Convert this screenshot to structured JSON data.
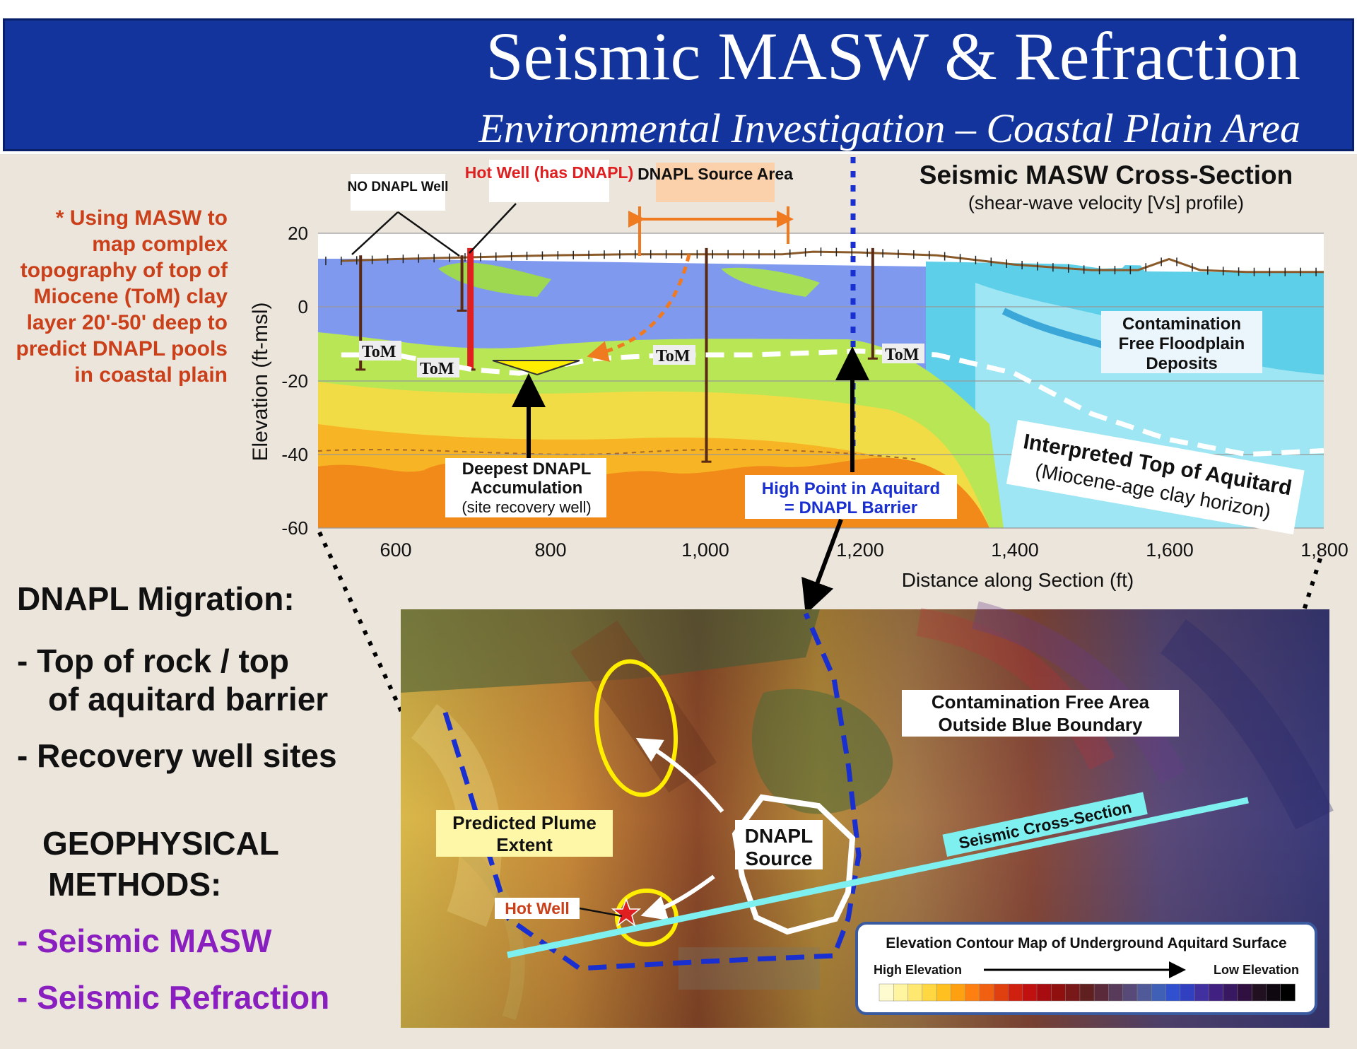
{
  "header": {
    "title": "Seismic MASW & Refraction",
    "subtitle": "Environmental Investigation – Coastal Plain Area",
    "background_color": "#12349c"
  },
  "left_notes": {
    "masw_note": "* Using MASW to map complex topography of top of Miocene (ToM) clay layer 20'-50' deep to predict DNAPL pools in coastal plain",
    "dnapl_migration": {
      "heading": "DNAPL Migration:",
      "item1_line1": "- Top of rock / top",
      "item1_line2": "of aquitard barrier",
      "item2": "- Recovery well sites"
    },
    "methods": {
      "heading_line1": "GEOPHYSICAL",
      "heading_line2": "METHODS:",
      "method1": "- Seismic MASW",
      "method2": "- Seismic Refraction",
      "method_color": "#8a1fc0"
    }
  },
  "cross_section": {
    "title": "Seismic MASW Cross-Section",
    "subtitle": "(shear-wave velocity [Vs] profile)",
    "y_axis_label": "Elevation (ft-msl)",
    "x_axis_label": "Distance along Section (ft)",
    "y_ticks": [
      "20",
      "0",
      "-20",
      "-40",
      "-60"
    ],
    "x_ticks": [
      "600",
      "800",
      "1,000",
      "1,200",
      "1,400",
      "1,600",
      "1,800"
    ],
    "labels": {
      "no_dnapl_well": "NO DNAPL Well",
      "hot_well": "Hot Well (has DNAPL)",
      "dnapl_source_area": "DNAPL Source Area",
      "tom": "ToM",
      "deepest_dnapl_line1": "Deepest DNAPL",
      "deepest_dnapl_line2": "Accumulation",
      "deepest_dnapl_line3": "(site recovery well)",
      "high_point_line1": "High Point in Aquitard",
      "high_point_line2": "= DNAPL Barrier",
      "contamination_free_line1": "Contamination",
      "contamination_free_line2": "Free Floodplain",
      "contamination_free_line3": "Deposits",
      "interpreted_top_line1": "Interpreted Top of Aquitard",
      "interpreted_top_line2": "(Miocene-age clay horizon)"
    },
    "colors": {
      "hot_well": "#e02020",
      "source_area": "#f07a20",
      "high_point": "#1a2fd0"
    }
  },
  "chart_data": {
    "type": "area",
    "title": "Seismic MASW Cross-Section",
    "subtitle": "(shear-wave velocity [Vs] profile)",
    "xlabel": "Distance along Section (ft)",
    "ylabel": "Elevation (ft-msl)",
    "xlim": [
      500,
      1800
    ],
    "ylim": [
      -60,
      20
    ],
    "series": [
      {
        "name": "Interpreted Top of Aquitard",
        "x": [
          530,
          600,
          700,
          760,
          860,
          960,
          1060,
          1200,
          1300,
          1400,
          1500,
          1600,
          1700,
          1800
        ],
        "y": [
          -13,
          -13,
          -17,
          -18,
          -14,
          -13,
          -13,
          -12,
          -13,
          -18,
          -29,
          -36,
          -40,
          -39
        ]
      },
      {
        "name": "Ground surface",
        "x": [
          530,
          600,
          700,
          800,
          900,
          1000,
          1100,
          1140,
          1200,
          1300,
          1400,
          1500,
          1560,
          1600,
          1640,
          1700,
          1800
        ],
        "y": [
          12.5,
          13,
          13.5,
          14,
          14.3,
          14.3,
          14.3,
          15,
          14.8,
          14,
          11.5,
          10,
          10,
          13,
          10,
          9.5,
          9.5
        ]
      }
    ],
    "wells": [
      {
        "name": "NO DNAPL Well",
        "x": 555,
        "top": 14,
        "bottom": -17
      },
      {
        "name": "NO DNAPL Well",
        "x": 686,
        "top": 14,
        "bottom": -1
      },
      {
        "name": "Hot Well (has DNAPL)",
        "x": 697,
        "top": 16,
        "bottom": -17
      },
      {
        "name": "Deepest DNAPL Accumulation (site recovery well)",
        "x": 1002,
        "top": 16,
        "bottom": -42
      },
      {
        "name": "High Point in Aquitard",
        "x": 1217,
        "top": 16,
        "bottom": -14
      }
    ],
    "source_area_x": [
      917,
      1112
    ],
    "section_line_x": 1197
  },
  "map": {
    "labels": {
      "predicted_plume_line1": "Predicted Plume",
      "predicted_plume_line2": "Extent",
      "dnapl_source_line1": "DNAPL",
      "dnapl_source_line2": "Source",
      "hot_well": "Hot Well",
      "contamination_free_line1": "Contamination Free Area",
      "contamination_free_line2": "Outside Blue Boundary",
      "seismic_cross_section": "Seismic Cross-Section"
    },
    "legend": {
      "title": "Elevation Contour Map of Underground Aquitard Surface",
      "high": "High Elevation",
      "low": "Low Elevation",
      "colors": [
        "#fffbd0",
        "#fff5a0",
        "#ffe870",
        "#ffd740",
        "#ffc020",
        "#ffa010",
        "#ff8010",
        "#f06010",
        "#e04010",
        "#d02010",
        "#c01010",
        "#a80c10",
        "#901010",
        "#781818",
        "#602020",
        "#5a2a3a",
        "#583a5a",
        "#584a78",
        "#505a98",
        "#4060b8",
        "#3050d0",
        "#3040c0",
        "#4030a0",
        "#402080",
        "#381860",
        "#301040",
        "#201020",
        "#100810",
        "#000000"
      ]
    },
    "colors": {
      "cross_section_line": "#7ff0f0",
      "boundary": "#1a2fd0",
      "plume": "#ffee00",
      "hot_well_star": "#e02020"
    }
  }
}
